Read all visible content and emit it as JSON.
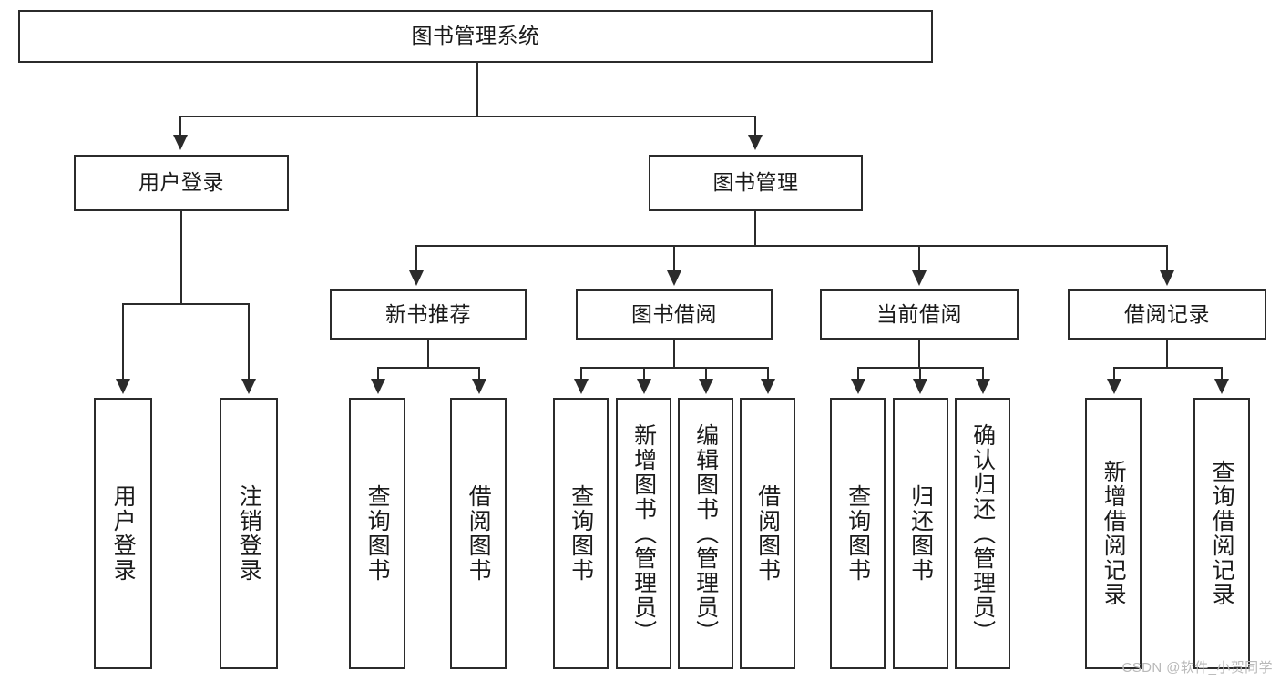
{
  "diagram": {
    "title": "图书管理系统",
    "type": "tree-hierarchy-diagram",
    "root": {
      "label": "图书管理系统"
    },
    "level2": [
      {
        "label": "用户登录"
      },
      {
        "label": "图书管理"
      }
    ],
    "level3": [
      {
        "label": "新书推荐"
      },
      {
        "label": "图书借阅"
      },
      {
        "label": "当前借阅"
      },
      {
        "label": "借阅记录"
      }
    ],
    "leaves": {
      "user_login": [
        {
          "label": "用户登录"
        },
        {
          "label": "注销登录"
        }
      ],
      "new_book_recommend": [
        {
          "label": "查询图书"
        },
        {
          "label": "借阅图书"
        }
      ],
      "book_borrow": [
        {
          "label": "查询图书"
        },
        {
          "label": "新增图书（管理员）"
        },
        {
          "label": "编辑图书（管理员）"
        },
        {
          "label": "借阅图书"
        }
      ],
      "current_borrow": [
        {
          "label": "查询图书"
        },
        {
          "label": "归还图书"
        },
        {
          "label": "确认归还（管理员）"
        }
      ],
      "borrow_record": [
        {
          "label": "新增借阅记录"
        },
        {
          "label": "查询借阅记录"
        }
      ]
    }
  },
  "watermark": {
    "text": "CSDN @软件_小贺同学"
  },
  "colors": {
    "stroke": "#2b2b2b",
    "text": "#1a1a1a",
    "background": "#ffffff",
    "watermark": "#b9b9b9"
  }
}
